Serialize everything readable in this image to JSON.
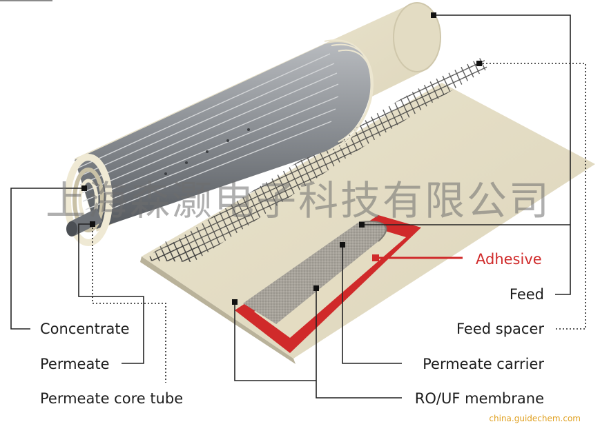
{
  "labels": {
    "concentrate": "Concentrate",
    "permeate": "Permeate",
    "permeate_core_tube": "Permeate core tube",
    "adhesive": "Adhesive",
    "feed": "Feed",
    "feed_spacer": "Feed spacer",
    "permeate_carrier": "Permeate carrier",
    "membrane": "RO/UF membrane"
  },
  "watermark": "上海森灏电子科技有限公司",
  "source": "china.guidechem.com",
  "colors": {
    "adhesive": "#d02a2a",
    "sheet": "#e7e0c8",
    "rod": "#8f9297",
    "leader": "#222222"
  }
}
